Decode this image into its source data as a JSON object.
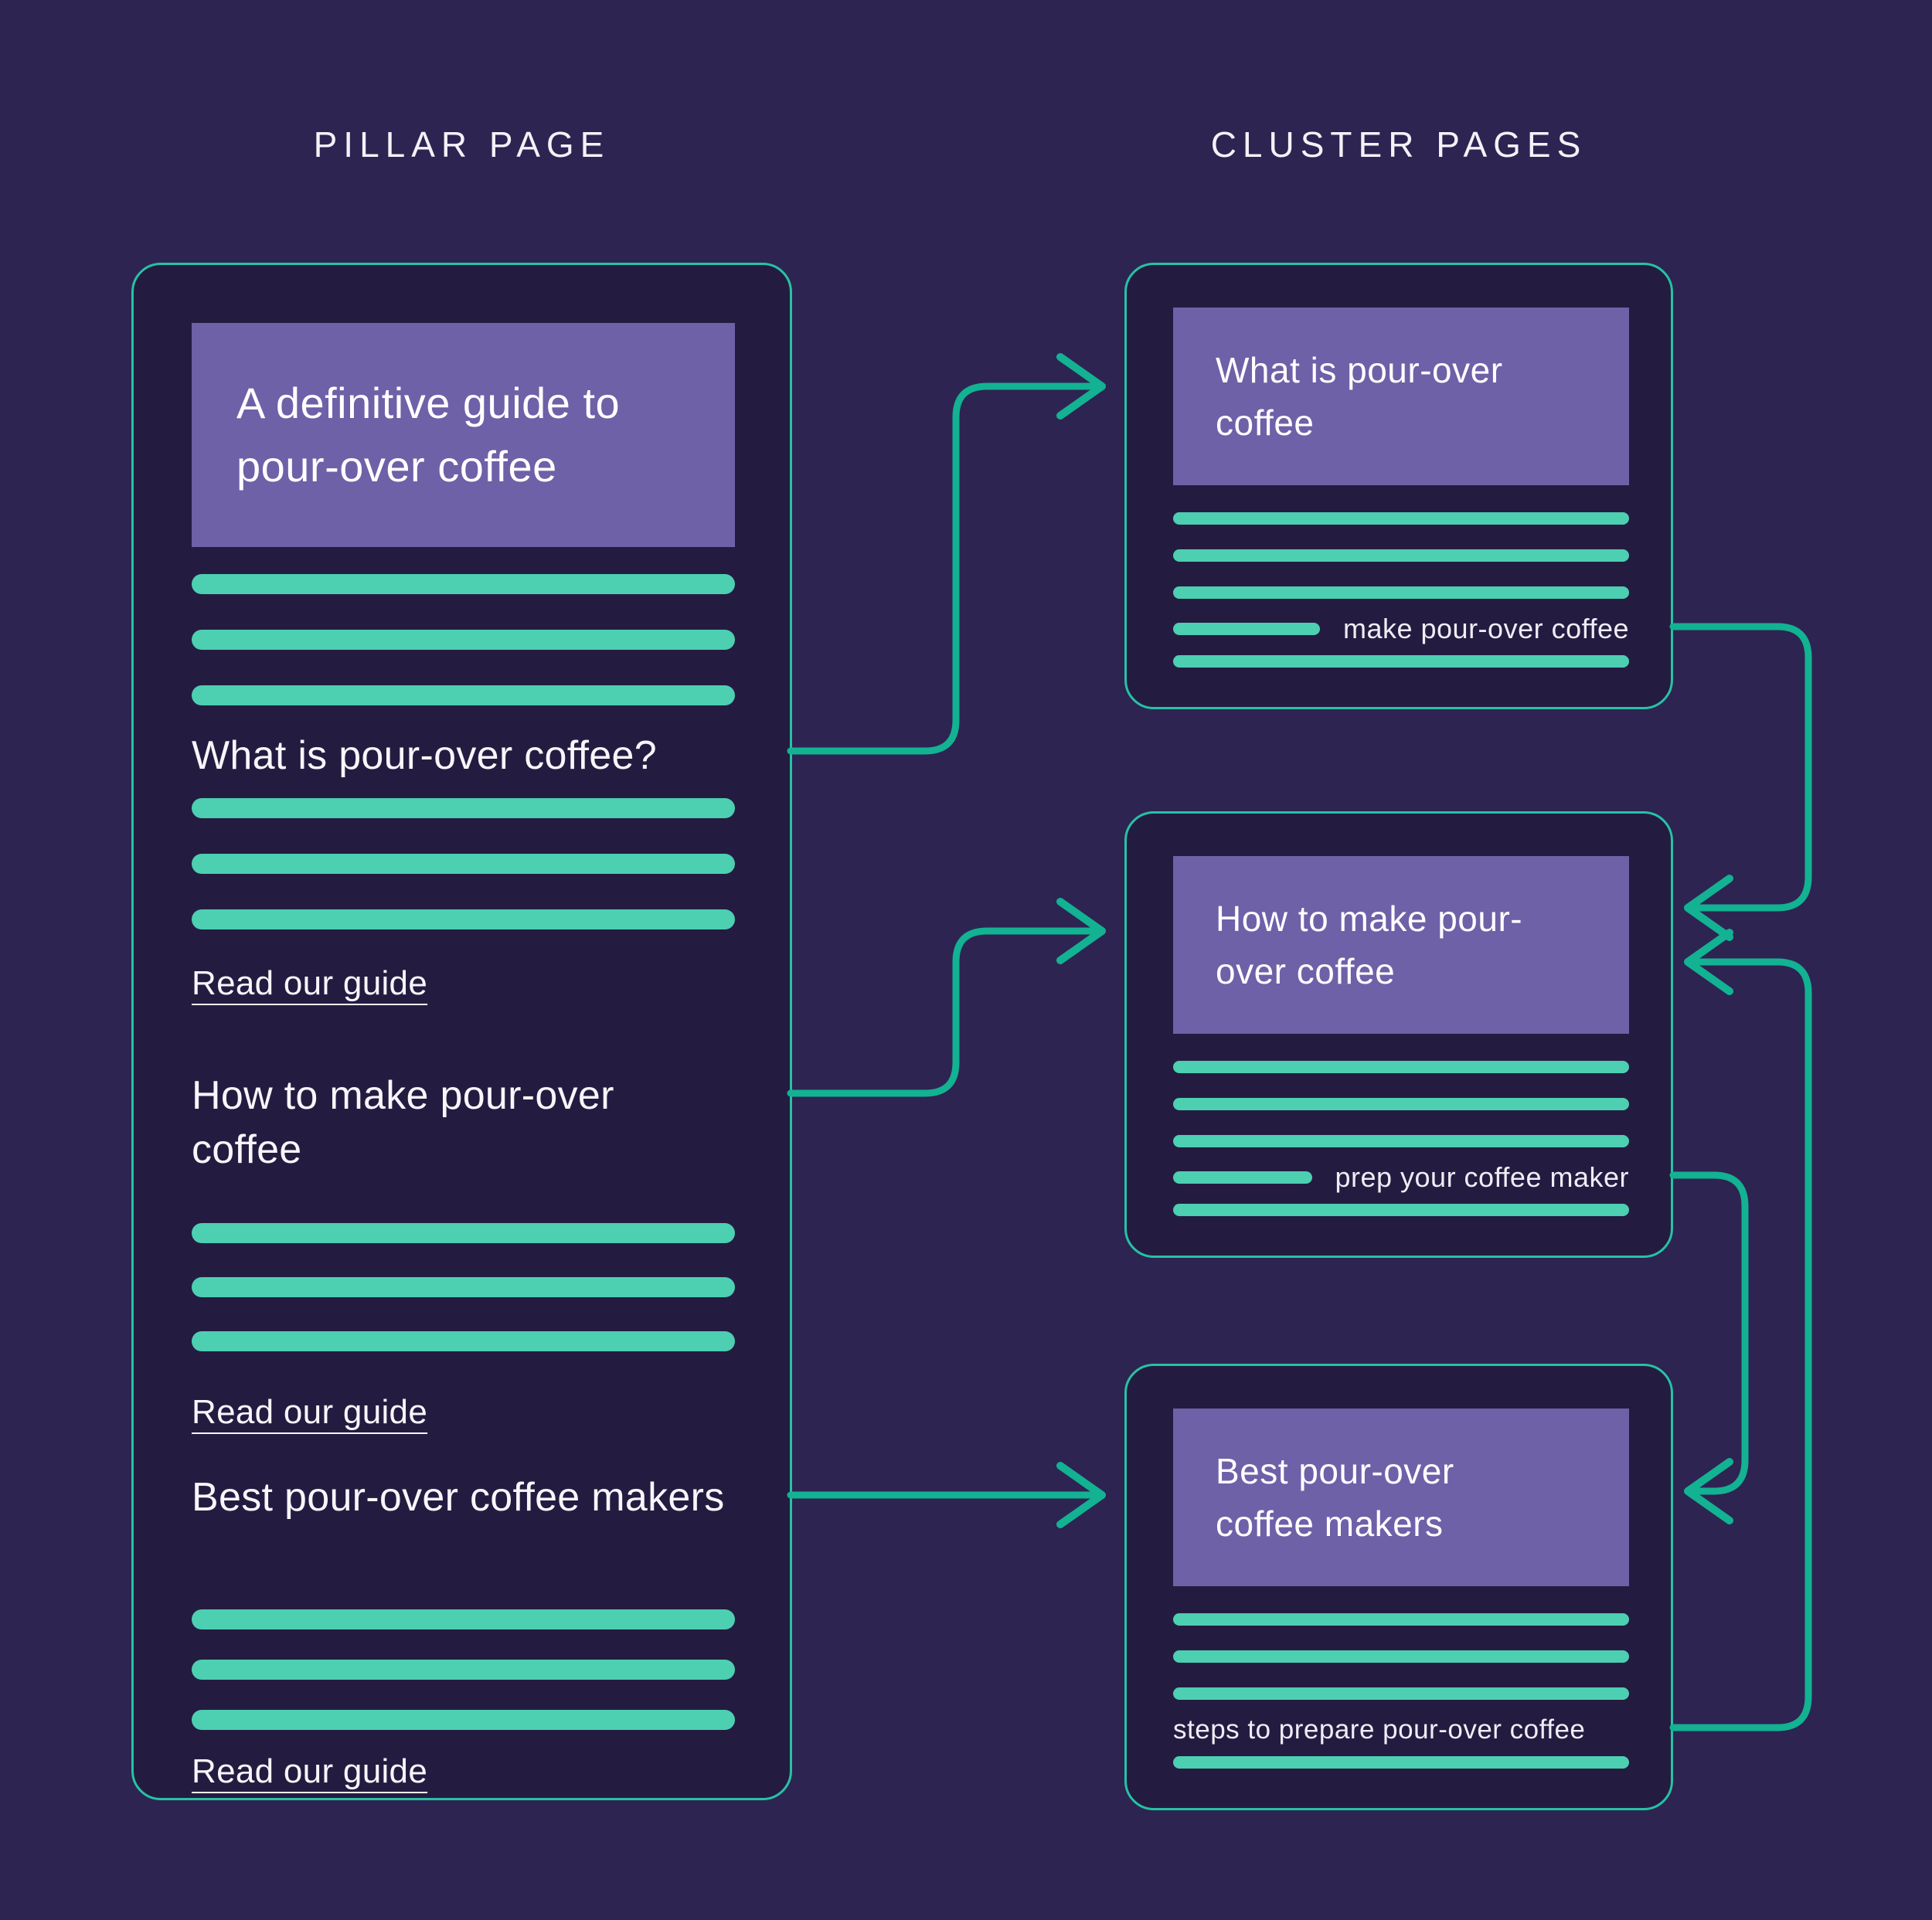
{
  "colors": {
    "background": "#2d2452",
    "card_fill": "#241c40",
    "card_border": "#26c2a4",
    "connector": "#12b292",
    "placeholder_bar": "#4dcfb2",
    "heading_box": "#6e61a8",
    "text": "#ffffff"
  },
  "headers": {
    "pillar": "PILLAR PAGE",
    "cluster": "CLUSTER PAGES"
  },
  "pillar_page": {
    "hero_title": "A definitive guide to pour-over coffee",
    "sections": [
      {
        "heading": "What is pour-over coffee?",
        "link": "Read our guide"
      },
      {
        "heading": "How to make pour-over coffee",
        "link": "Read our guide"
      },
      {
        "heading": "Best pour-over coffee makers",
        "link": "Read our guide"
      }
    ]
  },
  "cluster_pages": [
    {
      "title": "What is pour-over coffee",
      "link_text": "make pour-over coffee"
    },
    {
      "title": "How to make pour-over coffee",
      "link_text": "prep your coffee maker"
    },
    {
      "title": "Best pour-over coffee makers",
      "link_text": "steps to prepare pour-over coffee"
    }
  ]
}
